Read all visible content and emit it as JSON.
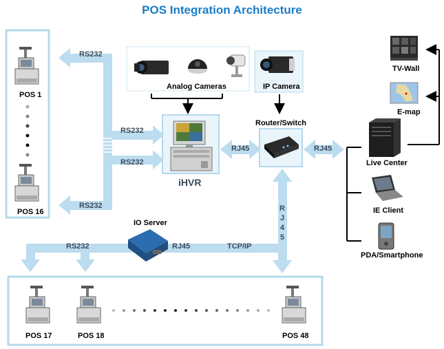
{
  "title": "POS Integration Architecture",
  "labels": {
    "pos1": "POS 1",
    "pos16": "POS 16",
    "pos17": "POS 17",
    "pos18": "POS 18",
    "pos48": "POS 48",
    "analog_cameras": "Analog Cameras",
    "ip_camera": "IP Camera",
    "router_switch": "Router/Switch",
    "ihvr": "iHVR",
    "io_server": "IO Server",
    "tv_wall": "TV-Wall",
    "e_map": "E-map",
    "live_center": "Live Center",
    "ie_client": "IE Client",
    "pda": "PDA/Smartphone"
  },
  "connections": {
    "rs232_a": "RS232",
    "rs232_b": "RS232",
    "rs232_c": "RS232",
    "rs232_d": "RS232",
    "rs232_e": "RS232",
    "rj45_a": "RJ45",
    "rj45_b": "RJ45",
    "rj45_c": "RJ45",
    "tcpip": "TCP/IP",
    "rj45_vertical": [
      "R",
      "J",
      "4",
      "5"
    ]
  },
  "colors": {
    "title": "#1a7cc7",
    "box_border": "#b5d8ea",
    "box_fill": "#eaf5fb",
    "arrow": "#bcdcef",
    "label_gray": "#3a4a5a"
  }
}
